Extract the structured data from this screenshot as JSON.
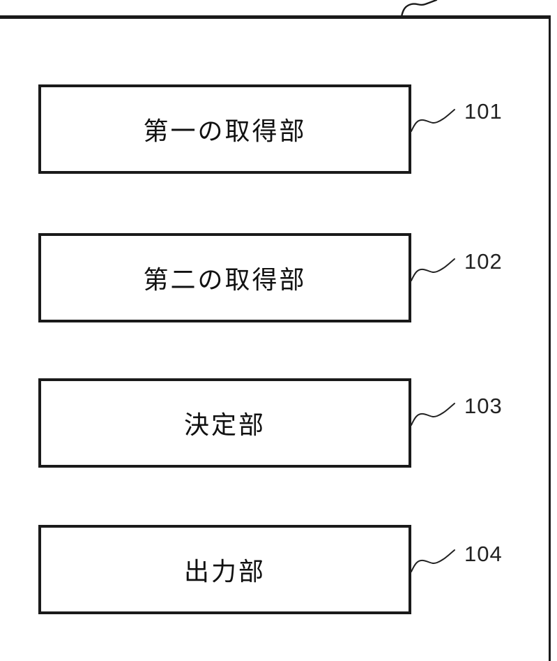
{
  "figure": {
    "background_color": "#ffffff",
    "line_color": "#1a1a1a",
    "blocks": [
      {
        "label": "第一の取得部",
        "ref": "101"
      },
      {
        "label": "第二の取得部",
        "ref": "102"
      },
      {
        "label": "決定部",
        "ref": "103"
      },
      {
        "label": "出力部",
        "ref": "104"
      }
    ]
  }
}
